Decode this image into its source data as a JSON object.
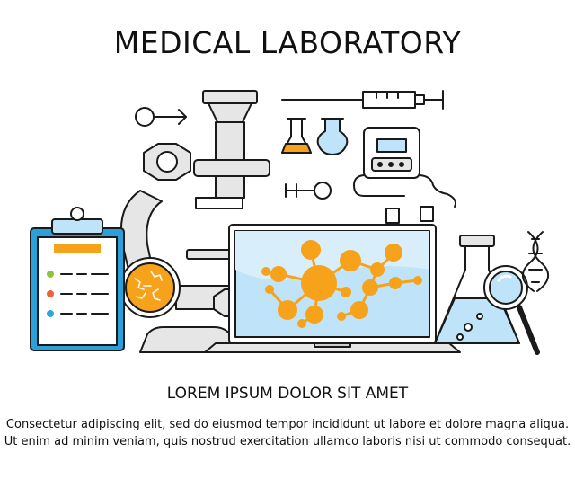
{
  "title": "MEDICAL LABORATORY",
  "subtitle": "LOREM IPSUM DOLOR SIT AMET",
  "body_lines": [
    "Consectetur adipiscing elit, sed do eiusmod tempor incididunt ut labore et dolore magna aliqua.",
    "Ut enim ad minim veniam, quis nostrud exercitation ullamco laboris nisi ut commodo consequat."
  ],
  "watermark": "",
  "colors": {
    "outline": "#1a1a1a",
    "light_gray": "#e6e6e6",
    "mid_gray": "#cfcfcf",
    "light_blue": "#bfe3f8",
    "blue": "#2a9fd8",
    "orange": "#f7a21b",
    "dot_green": "#8ac53f",
    "dot_red": "#f0603a",
    "dot_blue": "#2aa7e0"
  },
  "icons": [
    "microscope-icon",
    "laptop-icon",
    "molecule-icon",
    "clipboard-icon",
    "petri-dish-icon",
    "syringe-icon",
    "key-icon",
    "flask-icon",
    "magnifier-icon",
    "dna-icon",
    "monitor-device-icon",
    "test-tube-icon"
  ]
}
